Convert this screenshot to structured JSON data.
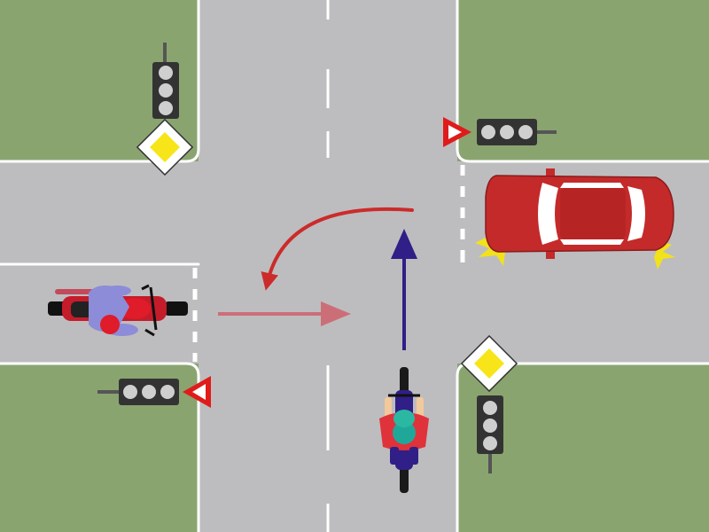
{
  "scene": {
    "type": "traffic-intersection",
    "colors": {
      "grass": "#8aa470",
      "road": "#bdbdbf",
      "lane_marking": "#ffffff",
      "car": "#c42a2a",
      "turn_arrow": "#cc2b2b",
      "straight_arrow": "#2f1f86",
      "motorcycle_arrow": "#cc6e78",
      "priority_sign": "#f7e51a",
      "yield_border": "#e01b1b",
      "blinker": "#f2e21a"
    },
    "traffic_lights": [
      {
        "id": "top-left",
        "orientation": "vertical",
        "state": "off"
      },
      {
        "id": "top-right",
        "orientation": "horizontal",
        "state": "off"
      },
      {
        "id": "bottom-left",
        "orientation": "horizontal",
        "state": "off"
      },
      {
        "id": "bottom-right",
        "orientation": "vertical",
        "state": "off"
      }
    ],
    "signs": [
      {
        "id": "top-left",
        "type": "priority-road"
      },
      {
        "id": "bottom-right",
        "type": "priority-road"
      },
      {
        "id": "top-right",
        "type": "yield"
      },
      {
        "id": "bottom-left",
        "type": "yield"
      }
    ],
    "vehicles": [
      {
        "id": "car",
        "type": "car",
        "approach": "east",
        "maneuver": "left-turn",
        "hazard_lights": true
      },
      {
        "id": "motorcycle",
        "type": "motorcycle",
        "approach": "west",
        "maneuver": "straight"
      },
      {
        "id": "bicycle",
        "type": "bicycle",
        "approach": "south",
        "maneuver": "straight"
      }
    ]
  }
}
